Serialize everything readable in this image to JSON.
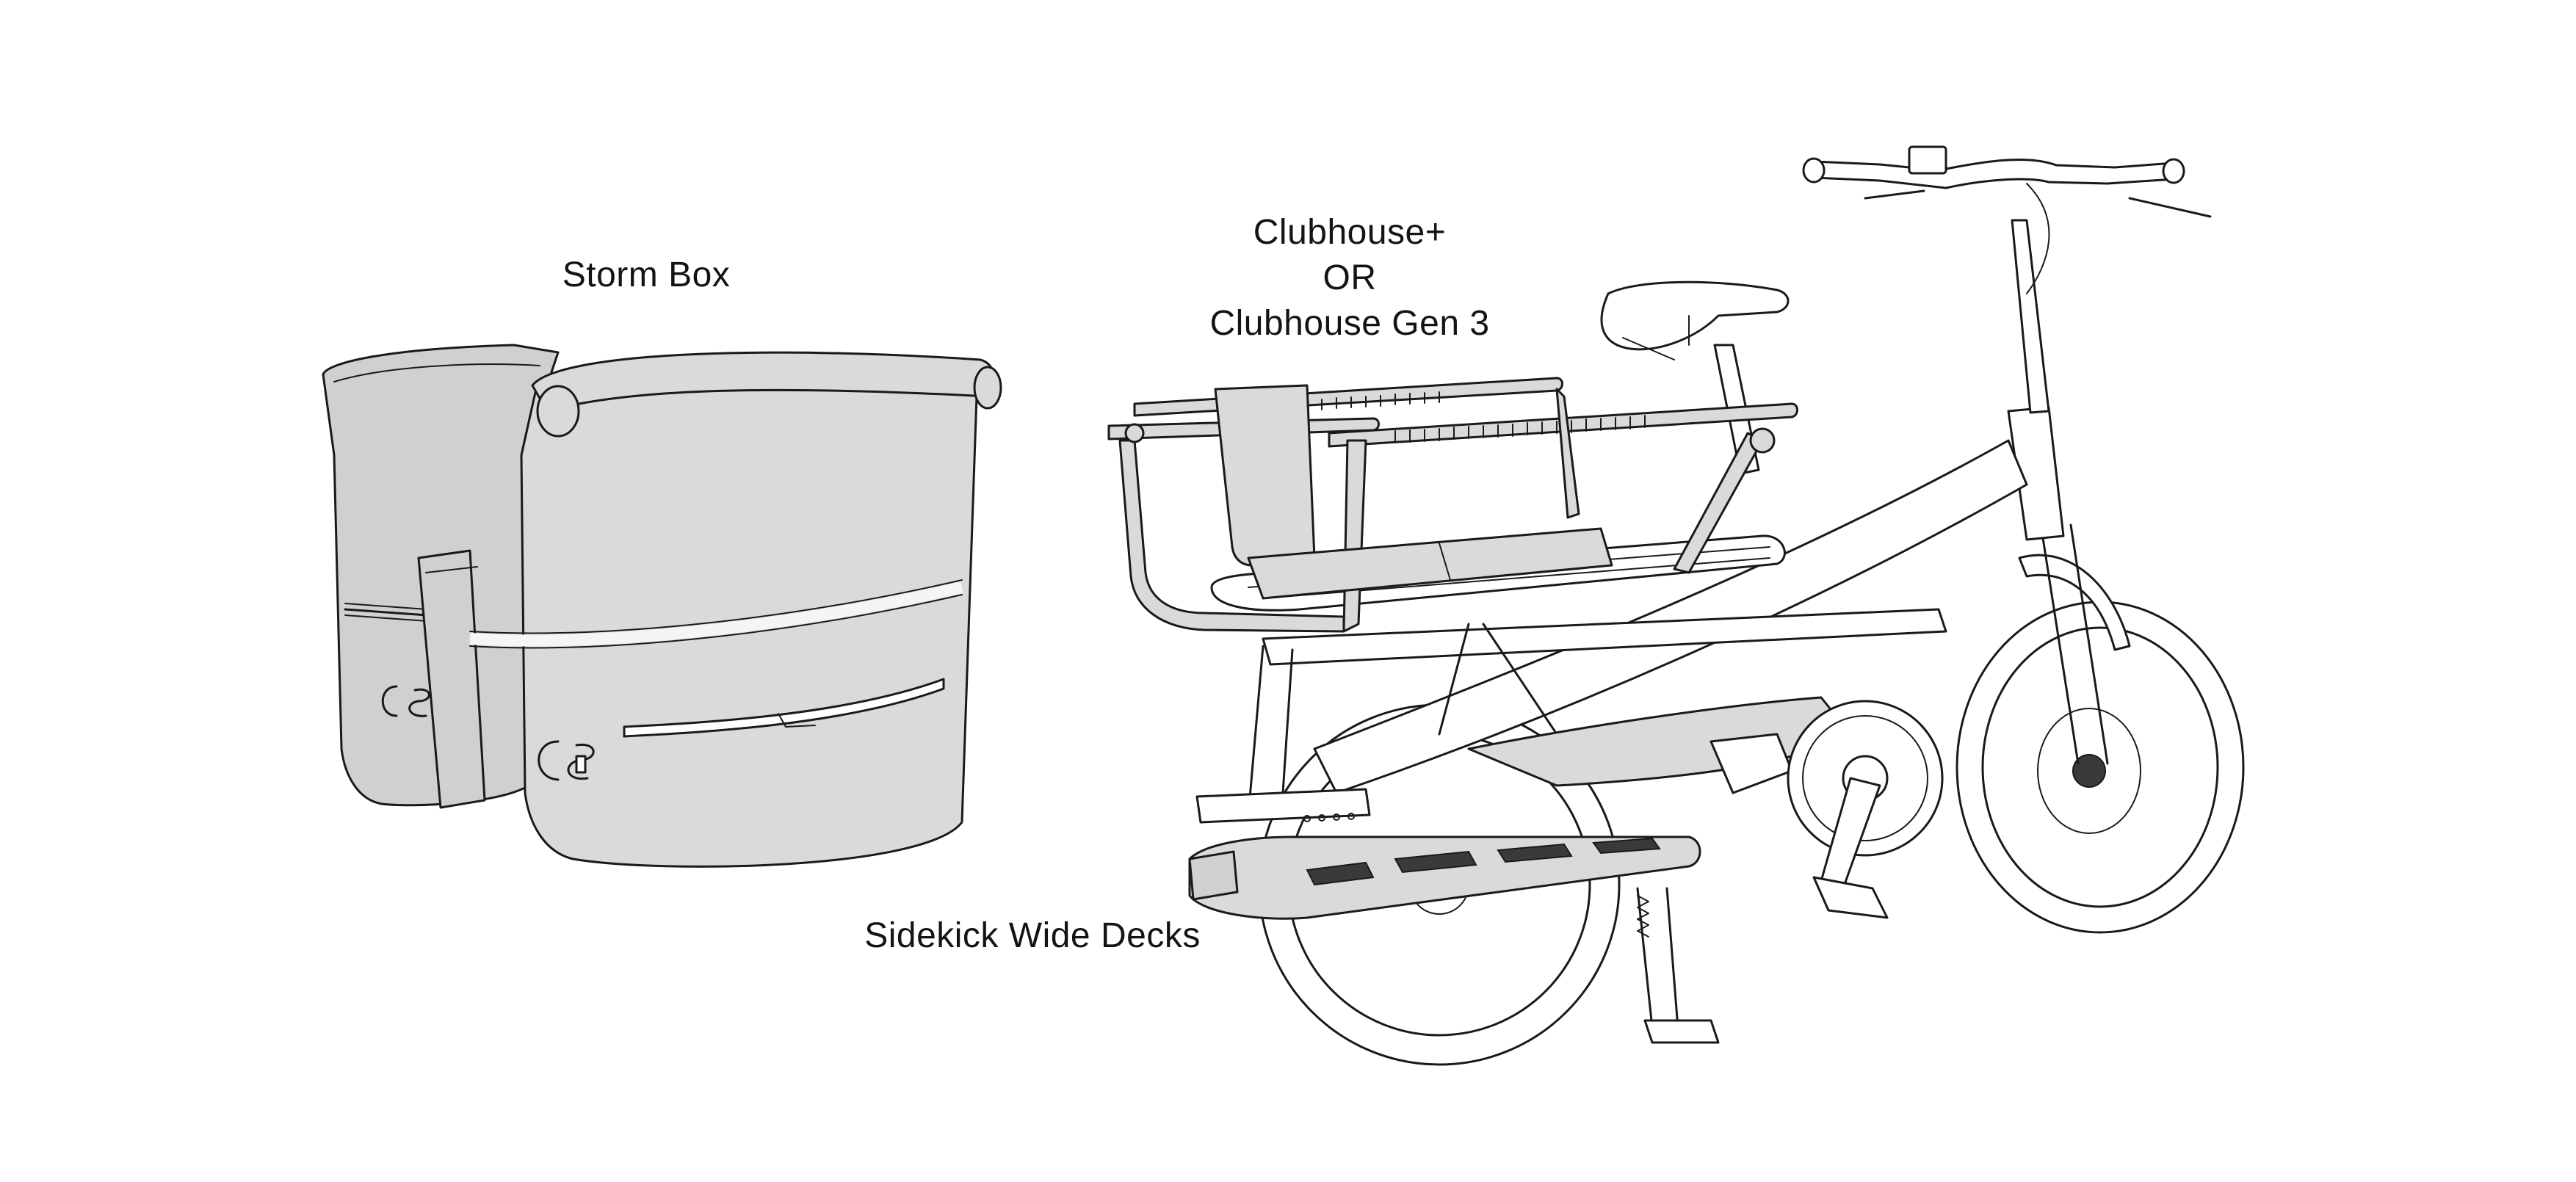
{
  "labels": {
    "storm_box": "Storm Box",
    "clubhouse_plus": "Clubhouse+",
    "or": "OR",
    "clubhouse_gen3": "Clubhouse Gen 3",
    "sidekick": "Sidekick Wide Decks"
  },
  "colors": {
    "background": "#ffffff",
    "accessory_fill": "#d9dadb",
    "line": "#1a1a1a"
  }
}
